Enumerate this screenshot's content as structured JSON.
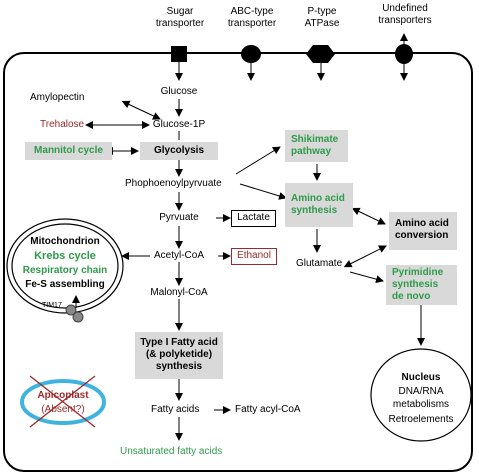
{
  "transporters": {
    "sugar": [
      "Sugar",
      "transporter"
    ],
    "abc": [
      "ABC-type",
      "transporter"
    ],
    "ptype": [
      "P-type",
      "ATPase"
    ],
    "undefined": [
      "Undefined",
      "transporters"
    ]
  },
  "pathway": {
    "amylopectin": "Amylopectin",
    "glucose": "Glucose",
    "trehalose": "Trehalose",
    "glucose1p": "Glucose-1P",
    "mannitol": "Mannitol cycle",
    "glycolysis": "Glycolysis",
    "pep": "Phophoenoylpyrvuate",
    "pyruvate": "Pyrvuate",
    "lactate": "Lactate",
    "acetylcoa": "Acetyl-CoA",
    "ethanol": "Ethanol",
    "malonylcoa": "Malonyl-CoA",
    "fas": [
      "Type I Fatty acid",
      "(& polyketide)",
      "synthesis"
    ],
    "fattyacids": "Fatty acids",
    "fattyacylcoa": "Fatty acyl-CoA",
    "unsaturated": "Unsaturated fatty acids",
    "shikimate": [
      "Shikimate",
      "pathway"
    ],
    "aasynth": [
      "Amino acid",
      "synthesis"
    ],
    "aaconv": [
      "Amino acid",
      "conversion"
    ],
    "glutamate": "Glutamate",
    "pyrimidine": [
      "Pyrimidine",
      "synthesis",
      "de novo"
    ]
  },
  "mitochondrion": {
    "title": "Mitochondrion",
    "krebs": "Krebs cycle",
    "respiratory": "Respiratory chain",
    "fes": "Fe-S assembling",
    "tim": "TIM17"
  },
  "nucleus": {
    "title": "Nucleus",
    "line1": "DNA/RNA",
    "line2": "metabolisms",
    "line3": "Retroelements"
  },
  "apicoplast": [
    "Apicoplast",
    "(Absent?)"
  ],
  "colors": {
    "green": "#2e9a4a",
    "red": "#9b2a2a",
    "box": "#d9d9d9",
    "apicoplast_ring": "#3fb3e0"
  }
}
